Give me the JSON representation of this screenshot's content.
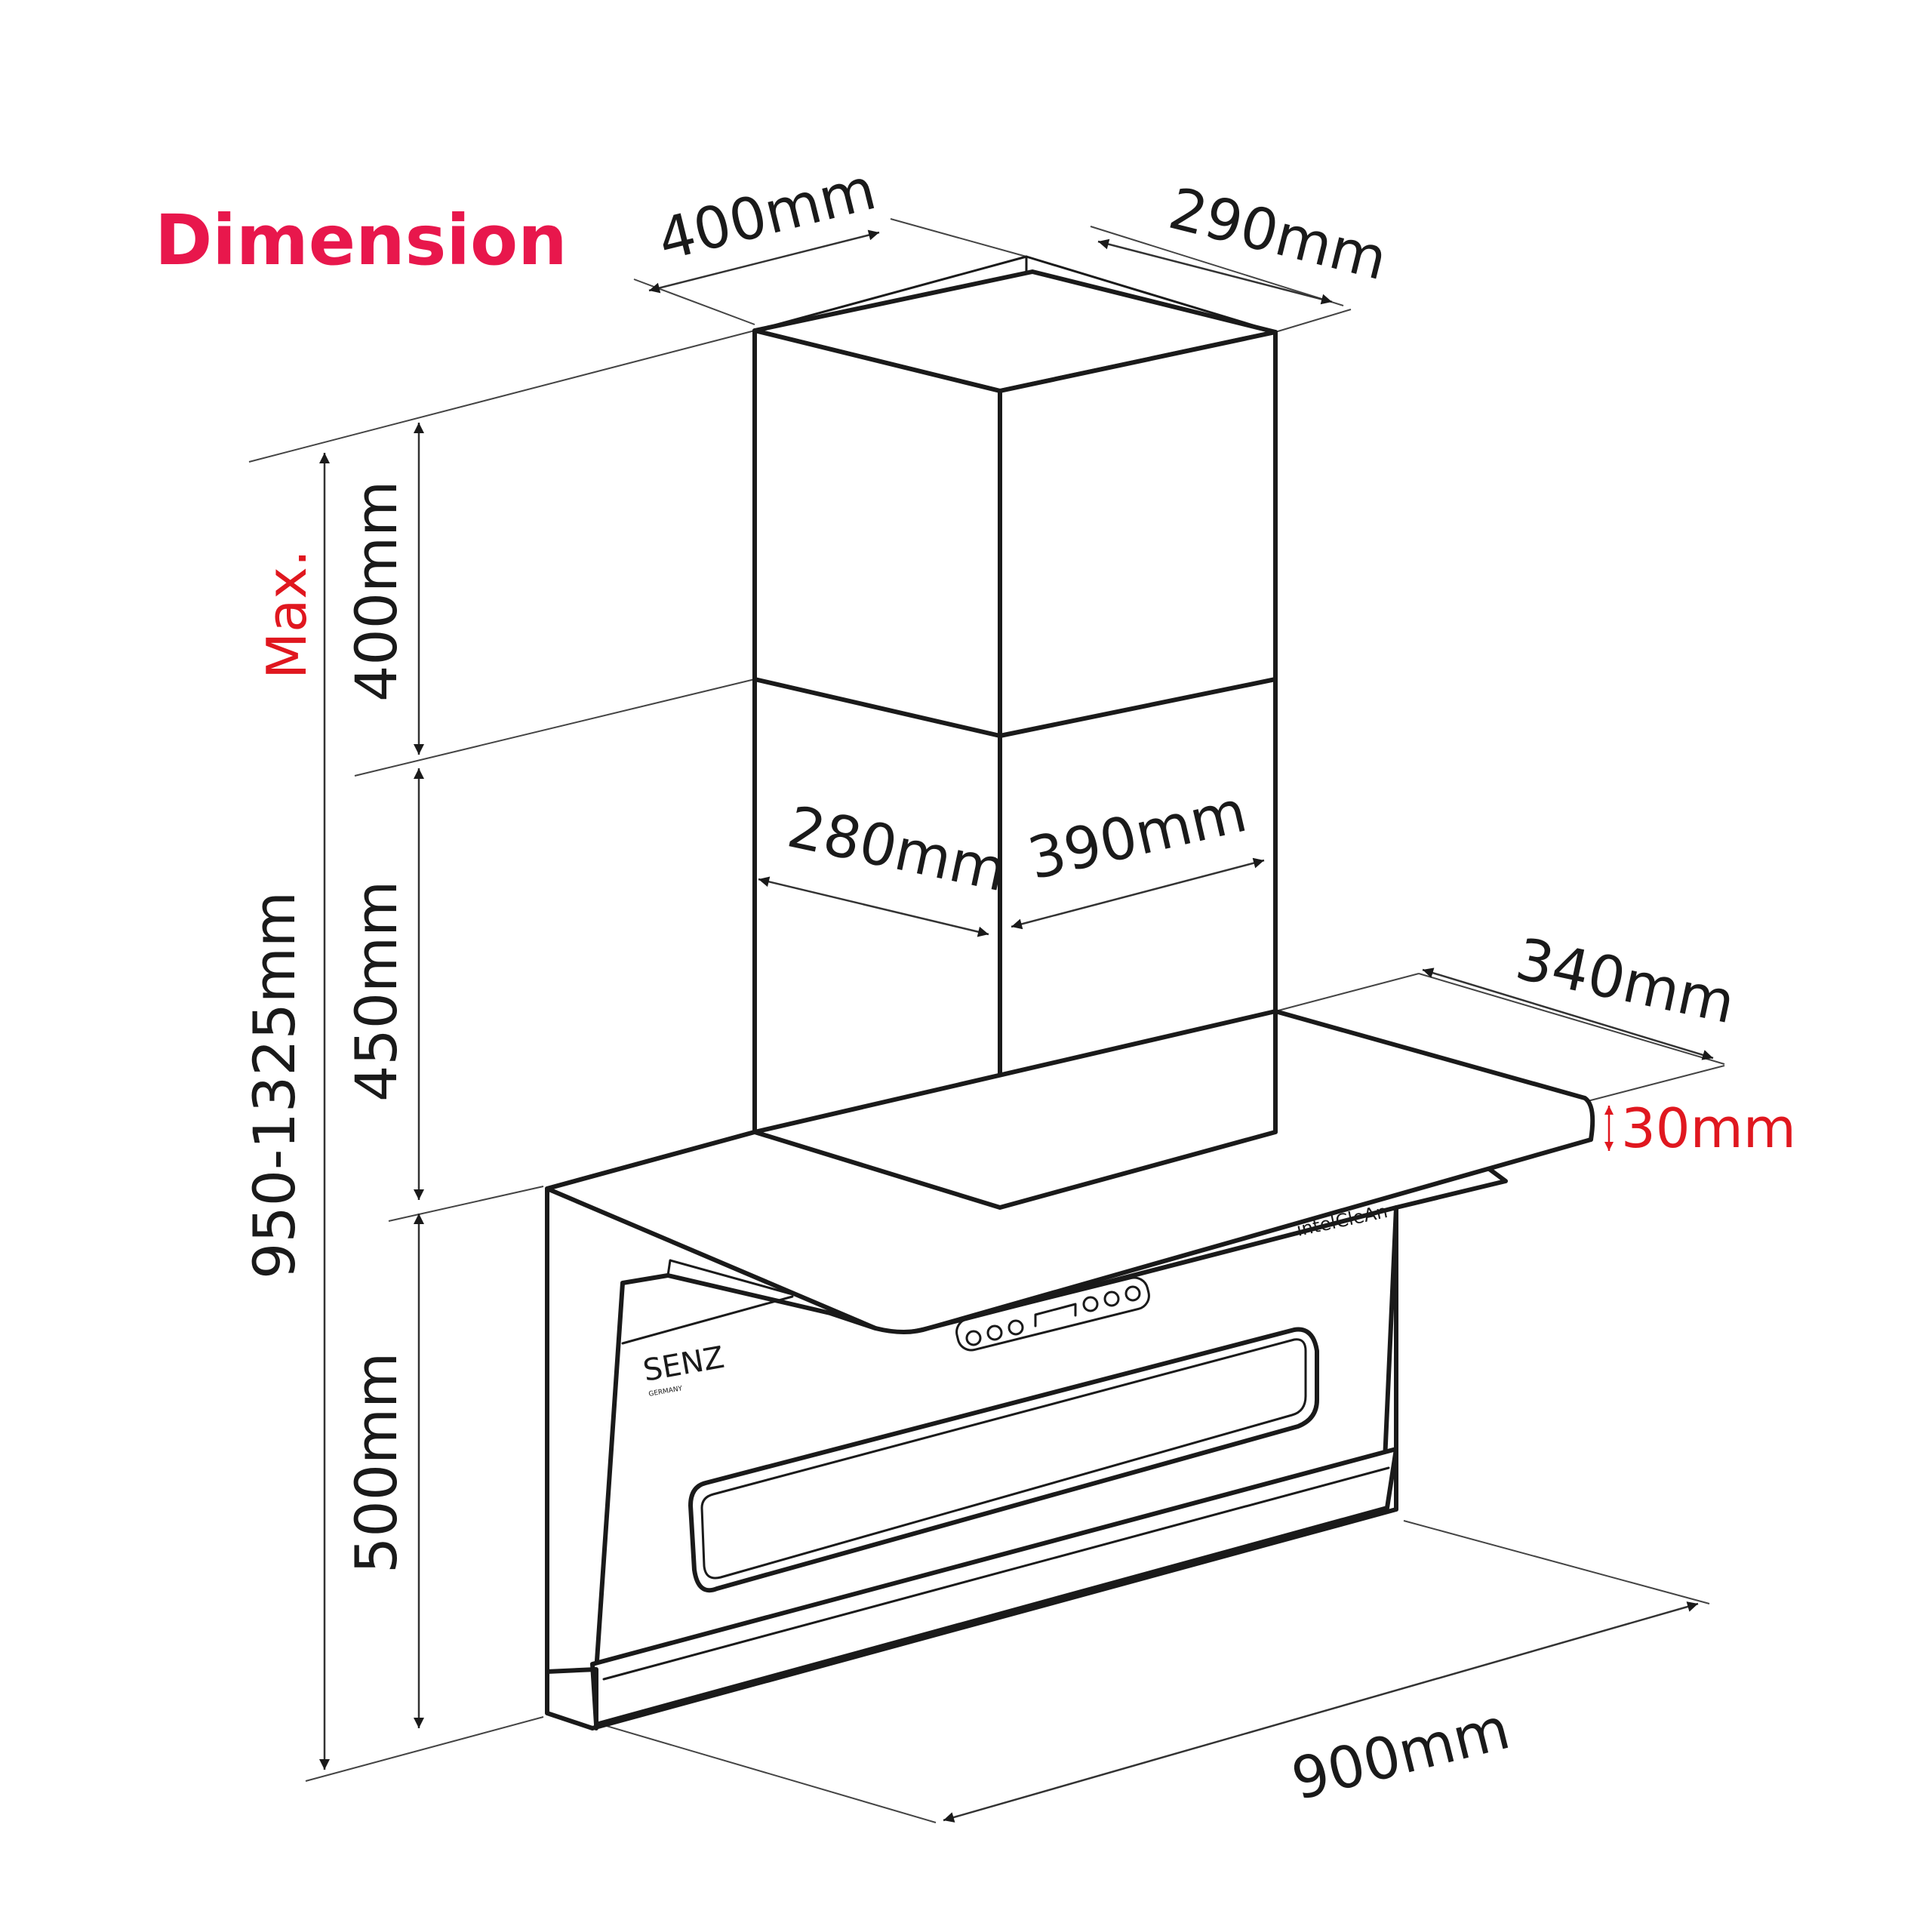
{
  "title": "Dimension",
  "max_label": "Max.",
  "dimensions": {
    "top_width": "400mm",
    "top_depth": "290mm",
    "upper_chimney": "400mm",
    "lower_chimney": "450mm",
    "canopy_height": "500mm",
    "total_height": "950-1325mm",
    "chimney_side": "280mm",
    "chimney_front": "390mm",
    "canopy_depth": "340mm",
    "canopy_thickness": "30mm",
    "base_width": "900mm"
  },
  "brand": {
    "logo_text": "SENZ",
    "logo_sub": "GERMANY",
    "model_label": "intelCleAn"
  },
  "colors": {
    "title": "#e8174c",
    "accent_red": "#e0171f",
    "line": "#1a1a1a"
  }
}
